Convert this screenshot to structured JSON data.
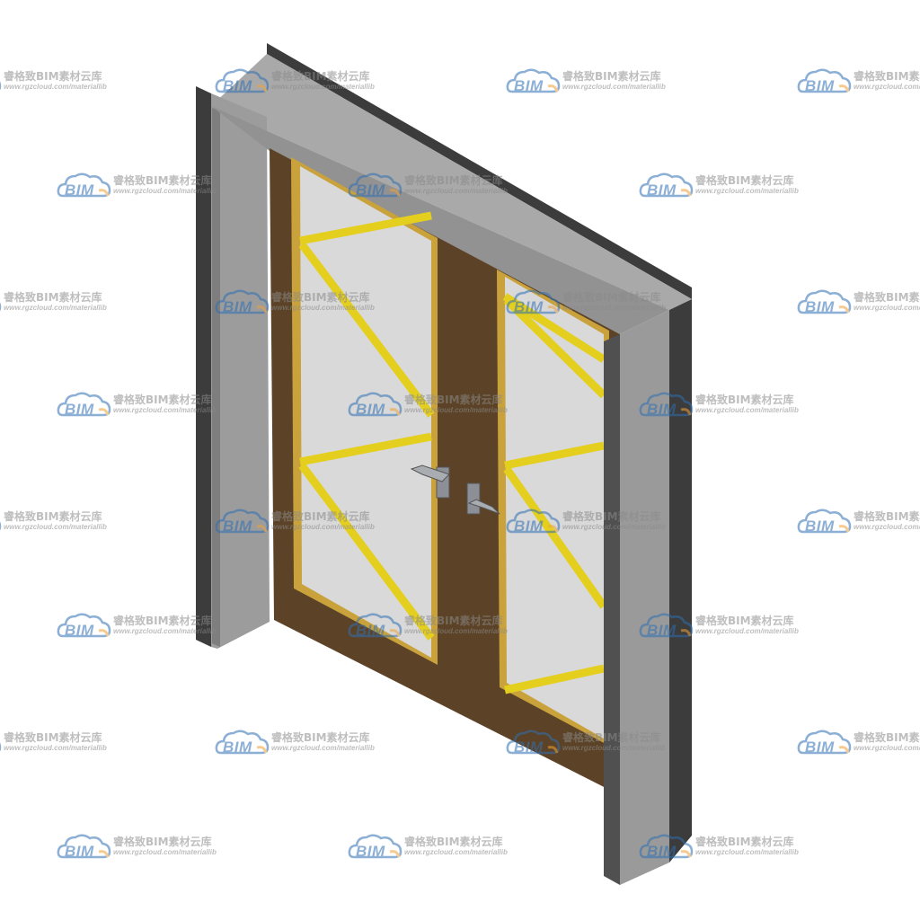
{
  "image": {
    "subject": "double-door-isometric-model",
    "background": "#ffffff"
  },
  "watermark": {
    "logo_text": "BIM",
    "brand_text": "睿格致BIM素材云库",
    "url_text": "www.rgzcloud.com/materiallib",
    "logo_color": "#2f6fb3",
    "accent_color": "#f0a23a",
    "text_color": "#8a8a8a"
  },
  "colors": {
    "frame_face": "#9a9a9a",
    "frame_top": "#b4b4b4",
    "frame_edge": "#3c3c3c",
    "door_leaf": "#5c4327",
    "glass": "#d6d6d6",
    "glass_edge": "#c9a23c",
    "bars": "#e4cf1e",
    "handle": "#8c9096"
  }
}
